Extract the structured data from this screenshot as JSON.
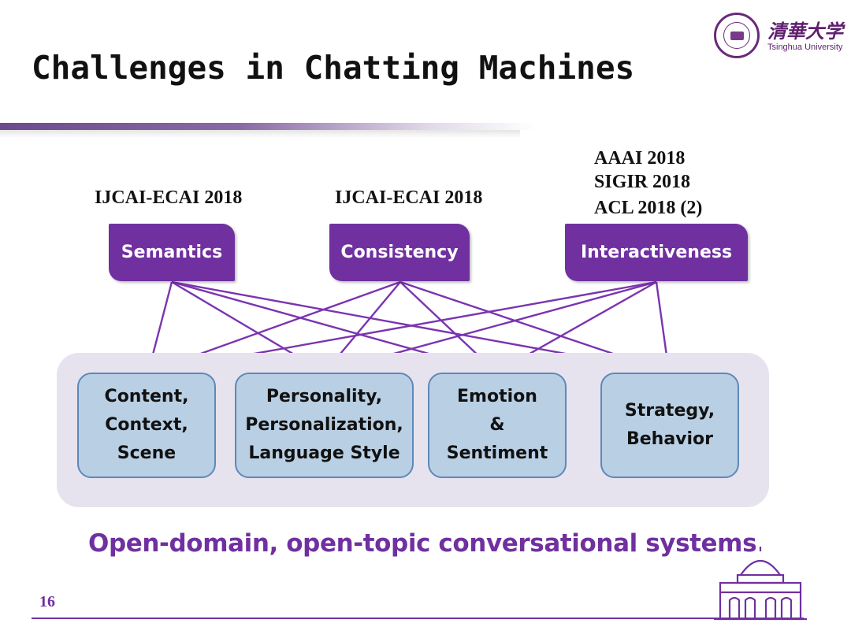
{
  "slide": {
    "title": "Challenges in Chatting Machines",
    "page_number": "16",
    "bottom_text": "Open-domain, open-topic conversational systems"
  },
  "logo": {
    "chinese_name": "清華大学",
    "english_name": "Tsinghua University"
  },
  "venues": {
    "semantics": "IJCAI-ECAI 2018",
    "consistency": "IJCAI-ECAI 2018",
    "interactiveness": [
      "AAAI 2018",
      "SIGIR 2018",
      "ACL 2018  (2)"
    ]
  },
  "categories": [
    {
      "id": "semantics",
      "label": "Semantics"
    },
    {
      "id": "consistency",
      "label": "Consistency"
    },
    {
      "id": "interactiveness",
      "label": "Interactiveness"
    }
  ],
  "aspects": [
    {
      "id": "content",
      "lines": [
        "Content,",
        "Context,",
        "Scene"
      ]
    },
    {
      "id": "personality",
      "lines": [
        "Personality,",
        "Personalization,",
        "Language Style"
      ]
    },
    {
      "id": "emotion",
      "lines": [
        "Emotion",
        "&",
        "Sentiment"
      ]
    },
    {
      "id": "strategy",
      "lines": [
        "Strategy,",
        "Behavior"
      ]
    }
  ],
  "connections": [
    [
      "semantics",
      "content"
    ],
    [
      "semantics",
      "personality"
    ],
    [
      "semantics",
      "emotion"
    ],
    [
      "semantics",
      "strategy"
    ],
    [
      "consistency",
      "content"
    ],
    [
      "consistency",
      "personality"
    ],
    [
      "consistency",
      "emotion"
    ],
    [
      "consistency",
      "strategy"
    ],
    [
      "interactiveness",
      "content"
    ],
    [
      "interactiveness",
      "personality"
    ],
    [
      "interactiveness",
      "emotion"
    ],
    [
      "interactiveness",
      "strategy"
    ]
  ],
  "colors": {
    "accent_purple": "#7030a0",
    "box_fill": "#b9cfe4",
    "box_border": "#5e88b8",
    "panel_fill": "#e6e3ee",
    "line_color": "#7a34b0"
  }
}
